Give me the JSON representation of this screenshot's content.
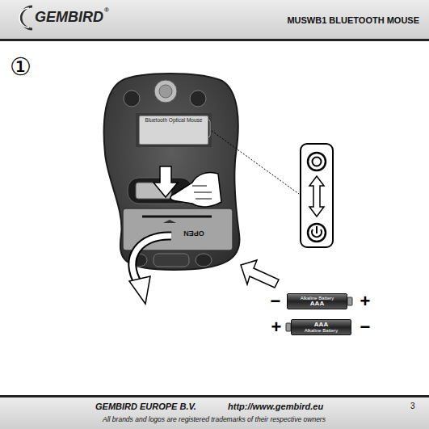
{
  "diagram": {
    "title": "MUSWB1 BLUETOOTH MOUSE",
    "nodes": [
      {
        "text": [
          "Bluetooth Optical Mouse"
        ]
      },
      {
        "text": [
          "Alkaline Battery",
          "AAA"
        ]
      },
      {
        "text": [
          "AAA",
          "Alkaline Battery"
        ]
      }
    ],
    "labels": [
      "GEMBIRD",
      "®",
      "①",
      "OPEN",
      "−",
      "+",
      "+",
      "−",
      "GEMBIRD EUROPE B.V.",
      "http://www.gembird.eu",
      "All brands and logos are registered trademarks of their respective owners",
      "3"
    ]
  }
}
